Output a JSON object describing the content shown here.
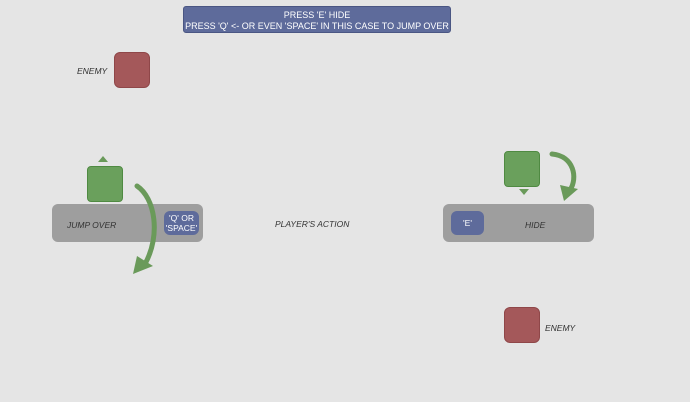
{
  "instructions": {
    "line1": "PRESS 'E' HIDE",
    "line2": "PRESS 'Q'  <- OR EVEN 'SPACE' IN THIS CASE TO JUMP OVER"
  },
  "enemies": [
    {
      "label": "ENEMY"
    },
    {
      "label": "ENEMY"
    }
  ],
  "jump_action": {
    "label": "JUMP OVER",
    "key_line1": "'Q' OR",
    "key_line2": "'SPACE'"
  },
  "center_label": "PLAYER'S ACTION",
  "hide_action": {
    "label": "HIDE",
    "key": "'E'"
  },
  "colors": {
    "background": "#e5e5e5",
    "banner": "#5e6b9b",
    "enemy": "#a4585a",
    "player": "#6aa05c",
    "bar": "#9e9e9e",
    "arrow": "#6a9a5a"
  }
}
